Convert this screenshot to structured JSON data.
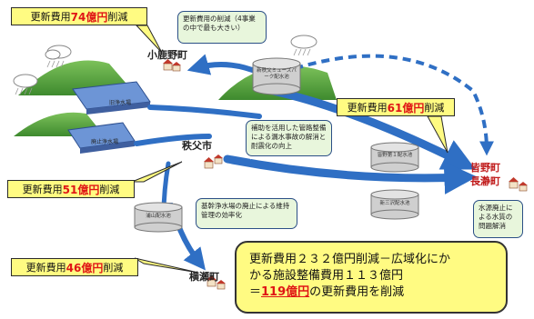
{
  "callouts": {
    "kojika": {
      "pre": "更新費用",
      "amount": "74億円",
      "post": "削減"
    },
    "chichibu": {
      "pre": "更新費用",
      "amount": "51億円",
      "post": "削減"
    },
    "minano": {
      "pre": "更新費用",
      "amount": "61億円",
      "post": "削減"
    },
    "yokoze": {
      "pre": "更新費用",
      "amount": "46億円",
      "post": "削減"
    }
  },
  "notes": {
    "top": "更新費用の削減（4事業の中で最も大きい）",
    "middle": "補助を活用した管路整備による漏水事故の解消と耐震化の向上",
    "lower": "基幹浄水場の廃止による維持管理の効率化",
    "right": "水源廃止による水質の問題解消"
  },
  "towns": {
    "kojika": "小鹿野町",
    "chichibu": "秩父市",
    "minano": "皆野町",
    "nagatoro": "長瀞町",
    "yokoze": "横瀬町"
  },
  "facilities": {
    "museum_tank": "新秩父ミューズパーク配水池",
    "minano_tank": "皆野第１配水池",
    "shinsan_tank": "新三沢配水池",
    "urayama_tank": "浦山配水池",
    "plant_a": "旧浄水場",
    "plant_b": "廃止浄水場"
  },
  "summary": {
    "line1": "更新費用２３２億円削減－広域化にか",
    "line2": "かる施設整備費用１１３億円",
    "line3_pre": "＝",
    "line3_amount": "119億円",
    "line3_post": "の更新費用を削減"
  },
  "colors": {
    "callout_bg": "#fffb82",
    "reduction_red": "#e01515",
    "arrow_blue": "#2f6fc4",
    "mountain_green": "#4f9a3c",
    "note_bg": "#e8f6dc"
  }
}
